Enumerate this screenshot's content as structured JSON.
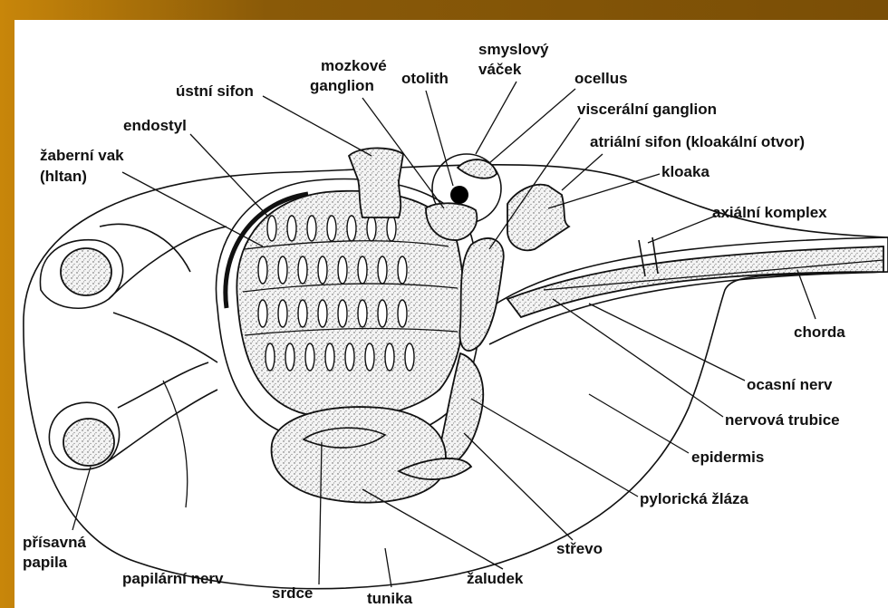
{
  "colors": {
    "frame": "#8a5a08",
    "background": "#ffffff",
    "ink": "#111111"
  },
  "labels": {
    "smyslovy_1": "smyslový",
    "smyslovy_2": "váček",
    "mozkove_1": "mozkové",
    "mozkove_2": "ganglion",
    "otolith": "otolith",
    "ocellus": "ocellus",
    "ustni_sifon": "ústní sifon",
    "visceralni_ganglion": "viscerální ganglion",
    "endostyl": "endostyl",
    "atrialni_sifon": "atriální sifon (kloakální otvor)",
    "zaberni_1": "žaberní vak",
    "zaberni_2": "(hltan)",
    "kloaka": "kloaka",
    "axialni_komplex": "axiální komplex",
    "chorda": "chorda",
    "ocasni_nerv": "ocasní nerv",
    "nervova_trubice": "nervová trubice",
    "epidermis": "epidermis",
    "pyloricka_zlaza": "pylorická žláza",
    "strevo": "střevo",
    "prisavna_1": "přísavná",
    "prisavna_2": "papila",
    "papilarni_nerv": "papilární nerv",
    "srdce": "srdce",
    "tunika": "tunika",
    "zaludek": "žaludek"
  }
}
